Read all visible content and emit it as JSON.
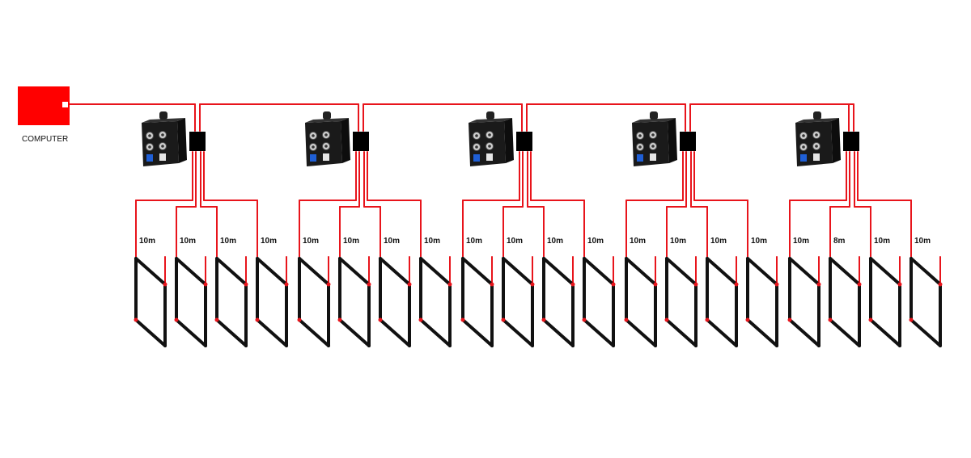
{
  "computer": {
    "label": "COMPUTER",
    "icon": "computer-icon",
    "color": "#ff0000"
  },
  "devices": [
    {
      "id": "unit-1",
      "icon": "controller-box-icon",
      "junction_icon": "junction-box-icon",
      "loops": [
        {
          "length_label": "10m"
        },
        {
          "length_label": "10m"
        },
        {
          "length_label": "10m"
        },
        {
          "length_label": "10m"
        }
      ]
    },
    {
      "id": "unit-2",
      "icon": "controller-box-icon",
      "junction_icon": "junction-box-icon",
      "loops": [
        {
          "length_label": "10m"
        },
        {
          "length_label": "10m"
        },
        {
          "length_label": "10m"
        },
        {
          "length_label": "10m"
        }
      ]
    },
    {
      "id": "unit-3",
      "icon": "controller-box-icon",
      "junction_icon": "junction-box-icon",
      "loops": [
        {
          "length_label": "10m"
        },
        {
          "length_label": "10m"
        },
        {
          "length_label": "10m"
        },
        {
          "length_label": "10m"
        }
      ]
    },
    {
      "id": "unit-4",
      "icon": "controller-box-icon",
      "junction_icon": "junction-box-icon",
      "loops": [
        {
          "length_label": "10m"
        },
        {
          "length_label": "10m"
        },
        {
          "length_label": "10m"
        },
        {
          "length_label": "10m"
        }
      ]
    },
    {
      "id": "unit-5",
      "icon": "controller-box-icon",
      "junction_icon": "junction-box-icon",
      "loops": [
        {
          "length_label": "10m"
        },
        {
          "length_label": "8m"
        },
        {
          "length_label": "10m"
        },
        {
          "length_label": "10m"
        }
      ]
    }
  ],
  "colors": {
    "wire": "#e8141b",
    "loop": "#111111",
    "junction": "#000000",
    "device_body": "#1a1a1a",
    "port_blue": "#1f5fd6"
  }
}
